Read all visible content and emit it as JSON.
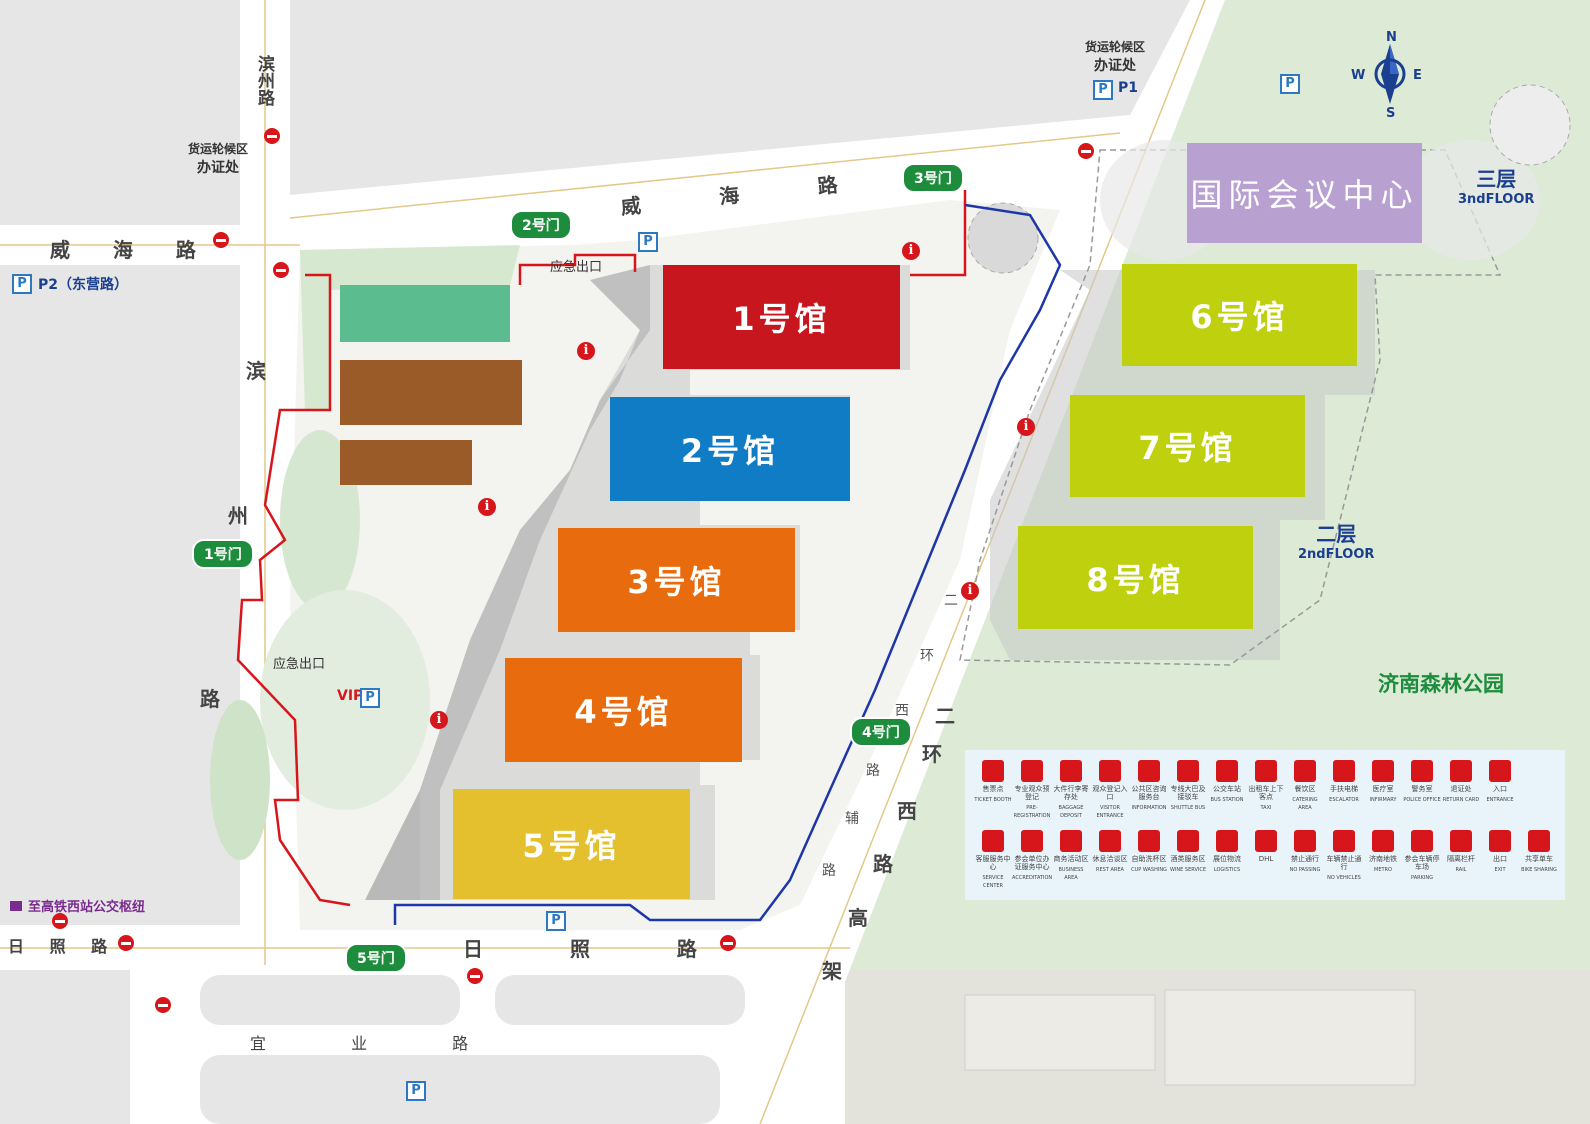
{
  "halls": {
    "h1": "1号馆",
    "h2": "2号馆",
    "h3": "3号馆",
    "h4": "4号馆",
    "h5": "5号馆",
    "h6": "6号馆",
    "h7": "7号馆",
    "h8": "8号馆",
    "conference": "国际会议中心"
  },
  "floors": {
    "third_cn": "三层",
    "third_en": "3ndFLOOR",
    "second_cn": "二层",
    "second_en": "2ndFLOOR"
  },
  "gates": {
    "g1": "1号门",
    "g2": "2号门",
    "g3": "3号门",
    "g4": "4号门",
    "g5": "5号门"
  },
  "roads": {
    "weihai_top": "威 海 路",
    "weihai_left": "威 海 路",
    "binzhou_top": "滨州路",
    "binzhou_a": "滨",
    "binzhou_b": "州",
    "binzhou_c": "路",
    "rizhao_main": "日 照 路",
    "rizhao_left": "日 照 路",
    "yiye": "宜 业 路",
    "erhuan_a": "二",
    "erhuan_b": "环",
    "erhuan_c": "西",
    "erhuan_d": "路",
    "erhuan_e": "高",
    "erhuan_f": "架",
    "fulu_a": "二",
    "fulu_b": "环",
    "fulu_c": "西",
    "fulu_d": "路",
    "fulu_e": "辅",
    "fulu_f": "路"
  },
  "places": {
    "cargo_top_1": "货运轮候区",
    "cargo_top_2": "办证处",
    "cargo_left_1": "货运轮候区",
    "cargo_left_2": "办证处",
    "p1": "P1",
    "p2": "P2（东营路）",
    "p_label": "P",
    "vip": "VIP",
    "emergency_1": "应急出口",
    "emergency_2": "应急出口",
    "park": "济南森林公园",
    "rail_hub": "至高铁西站公交枢纽"
  },
  "compass": {
    "n": "N",
    "s": "S",
    "e": "E",
    "w": "W"
  },
  "legend": [
    {
      "cn": "售票点",
      "en": "TICKET BOOTH"
    },
    {
      "cn": "专业观众预登记",
      "en": "PRE-REGISTRATION"
    },
    {
      "cn": "大件行李寄存处",
      "en": "BAGGAGE DEPOSIT"
    },
    {
      "cn": "观众登记入口",
      "en": "VISITOR ENTRANCE"
    },
    {
      "cn": "公共区咨询服务台",
      "en": "INFORMATION"
    },
    {
      "cn": "专线大巴及接驳车",
      "en": "SHUTTLE BUS"
    },
    {
      "cn": "公交车站",
      "en": "BUS STATION"
    },
    {
      "cn": "出租车上下客点",
      "en": "TAXI"
    },
    {
      "cn": "餐饮区",
      "en": "CATERING AREA"
    },
    {
      "cn": "手扶电梯",
      "en": "ESCALATOR"
    },
    {
      "cn": "医疗室",
      "en": "INFIRMARY"
    },
    {
      "cn": "警务室",
      "en": "POLICE OFFICE"
    },
    {
      "cn": "退证处",
      "en": "RETURN CARD"
    },
    {
      "cn": "入口",
      "en": "ENTRANCE"
    },
    {
      "cn": "客服服务中心",
      "en": "SERVICE CENTER"
    },
    {
      "cn": "参会单位办证服务中心",
      "en": "ACCREDITATION"
    },
    {
      "cn": "商务活动区",
      "en": "BUSINESS AREA"
    },
    {
      "cn": "休息洽谈区",
      "en": "REST AREA"
    },
    {
      "cn": "自助洗杯区",
      "en": "CUP WASHING"
    },
    {
      "cn": "酒类服务区",
      "en": "WINE SERVICE"
    },
    {
      "cn": "展位物流",
      "en": "LOGISTICS"
    },
    {
      "cn": "DHL",
      "en": ""
    },
    {
      "cn": "禁止通行",
      "en": "NO PASSING"
    },
    {
      "cn": "车辆禁止通行",
      "en": "NO VEHICLES"
    },
    {
      "cn": "济南地铁",
      "en": "METRO"
    },
    {
      "cn": "参会车辆停车场",
      "en": "PARKING"
    },
    {
      "cn": "隔离栏杆",
      "en": "RAIL"
    },
    {
      "cn": "出口",
      "en": "EXIT"
    },
    {
      "cn": "共享单车",
      "en": "BIKE SHARING"
    }
  ],
  "colors": {
    "hall1": "#c8161e",
    "hall2": "#0f7cc5",
    "hall3": "#e86b0e",
    "hall4": "#e86b0e",
    "hall5": "#e4bf2e",
    "hall678": "#bfd10e",
    "conference": "#b8a1d1",
    "gate": "#1d8c3c",
    "road": "#d3d3d3",
    "park": "#d9e8d2"
  }
}
